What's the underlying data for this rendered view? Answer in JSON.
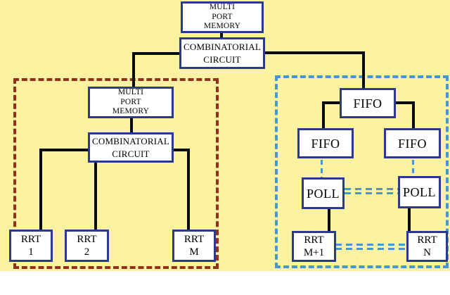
{
  "colors": {
    "bg_yellow": "#FBF3A1",
    "navy": "#2B3990",
    "black": "#0A0A0A",
    "red_dash": "#93301C",
    "blue_dash": "#4596D2",
    "box_fill": "#FFFFFF"
  },
  "nodes": {
    "top_mpm": {
      "lines": [
        "MULTI",
        "PORT",
        "MEMORY"
      ]
    },
    "top_cc": {
      "lines": [
        "COMBINATORIAL",
        "CIRCUIT"
      ]
    },
    "left_mpm": {
      "lines": [
        "MULTI",
        "PORT",
        "MEMORY"
      ]
    },
    "left_cc": {
      "lines": [
        "COMBINATORIAL",
        "CIRCUIT"
      ]
    },
    "rrt1": {
      "lines": [
        "RRT",
        "1"
      ]
    },
    "rrt2": {
      "lines": [
        "RRT",
        "2"
      ]
    },
    "rrtm": {
      "lines": [
        "RRT",
        "M"
      ]
    },
    "fifo_top": {
      "lines": [
        "FIFO"
      ]
    },
    "fifo_left": {
      "lines": [
        "FIFO"
      ]
    },
    "fifo_right": {
      "lines": [
        "FIFO"
      ]
    },
    "poll_left": {
      "lines": [
        "POLL"
      ]
    },
    "poll_right": {
      "lines": [
        "POLL"
      ]
    },
    "rrt_m1": {
      "lines": [
        "RRT",
        "M+1"
      ]
    },
    "rrt_n": {
      "lines": [
        "RRT",
        "N"
      ]
    }
  }
}
